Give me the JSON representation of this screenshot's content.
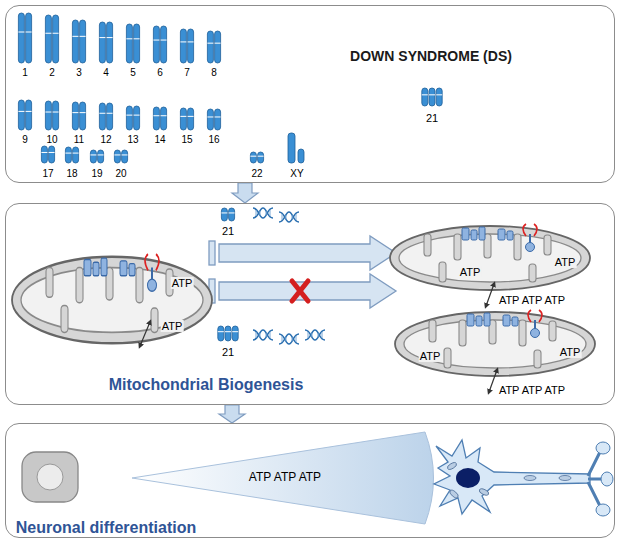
{
  "diagram": {
    "nodes": [
      {
        "text": [
          "DOWN SYNDROME (DS)"
        ]
      },
      {
        "text": [
          "Mitochondrial Biogenesis"
        ]
      },
      {
        "text": [
          "Neuronal differentiation"
        ]
      }
    ],
    "edges": [
      {
        "from": 0,
        "to": 1,
        "arrow": "to"
      },
      {
        "from": 1,
        "to": 2,
        "arrow": "to"
      }
    ],
    "labels": [
      "1",
      "2",
      "3",
      "4",
      "5",
      "6",
      "7",
      "8",
      "9",
      "10",
      "11",
      "12",
      "13",
      "14",
      "15",
      "16",
      "17",
      "18",
      "19",
      "20",
      "22",
      "XY",
      "21",
      "21",
      "ATP",
      "ATP",
      "ATP",
      "ATP",
      "ATP ATP ATP",
      "21",
      "ATP",
      "ATP",
      "ATP ATP ATP",
      "ATP ATP ATP"
    ]
  }
}
